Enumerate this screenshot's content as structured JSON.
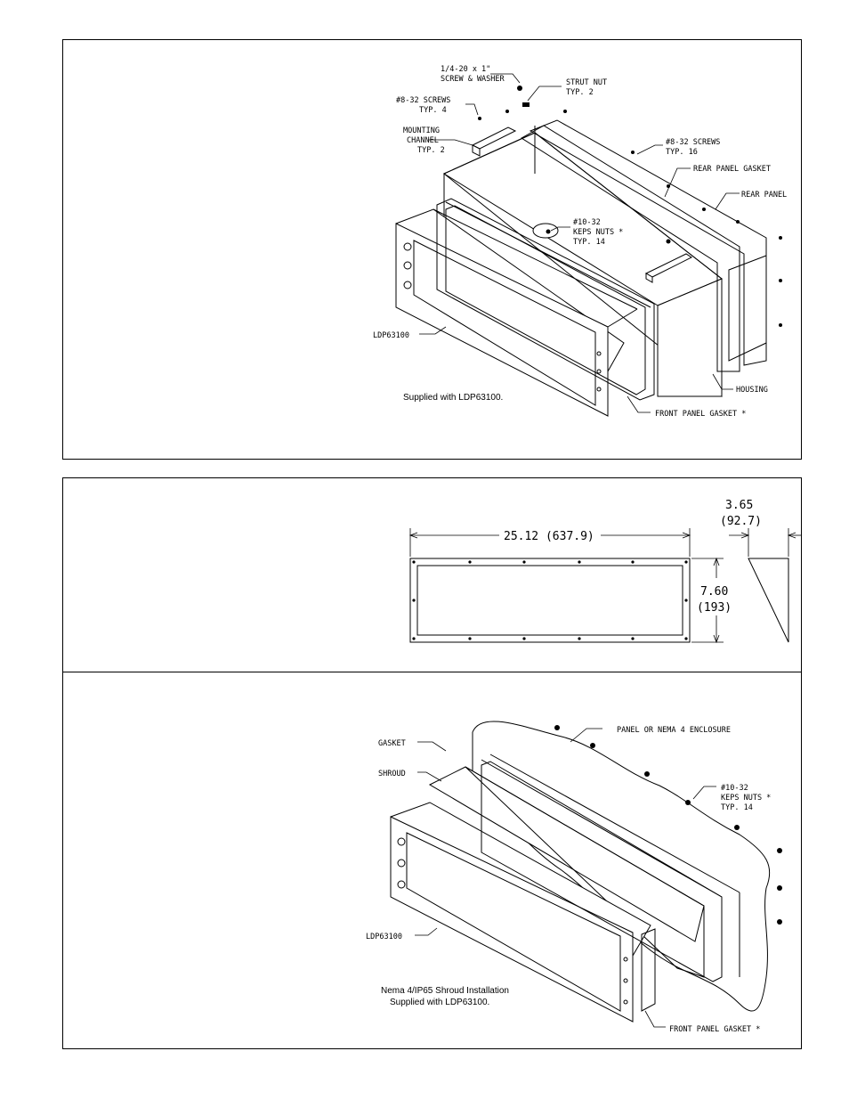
{
  "assembly": {
    "screw_washer": [
      "1/4-20 x 1\"",
      "SCREW & WASHER"
    ],
    "strut_nut": [
      "STRUT NUT",
      "TYP. 2"
    ],
    "screws_8_32_a": [
      "#8-32 SCREWS",
      "TYP. 4"
    ],
    "mounting_channel": [
      "MOUNTING",
      "CHANNEL",
      "TYP. 2"
    ],
    "screws_8_32_b": [
      "#8-32 SCREWS",
      "TYP. 16"
    ],
    "rear_panel_gasket": "REAR PANEL GASKET",
    "rear_panel": "REAR PANEL",
    "keps_nuts": [
      "#10-32",
      "KEPS NUTS *",
      "TYP. 14"
    ],
    "model": "LDP63100",
    "housing": "HOUSING",
    "front_panel_gasket": "FRONT PANEL GASKET *",
    "caption": "Supplied with LDP63100."
  },
  "dimensions": {
    "width": "25.12 (637.9)",
    "depth": [
      "3.65",
      "(92.7)"
    ],
    "height": [
      "7.60",
      "(193)"
    ]
  },
  "shroud": {
    "panel_enclosure": "PANEL OR NEMA 4 ENCLOSURE",
    "gasket": "GASKET",
    "shroud": "SHROUD",
    "keps_nuts": [
      "#10-32",
      "KEPS NUTS *",
      "TYP. 14"
    ],
    "model": "LDP63100",
    "front_panel_gasket": "FRONT PANEL GASKET *",
    "caption": [
      "Nema 4/IP65 Shroud Installation",
      "Supplied with LDP63100."
    ]
  }
}
